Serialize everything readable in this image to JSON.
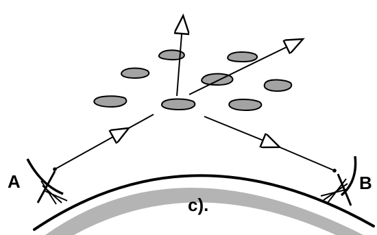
{
  "labels": {
    "station_a": "A",
    "station_b": "B",
    "panel": "c)."
  },
  "colors": {
    "ink": "#000000",
    "cloud_fill": "#a3a3a3",
    "earth_shadow": "#b4b4b4",
    "background": "#ffffff"
  }
}
